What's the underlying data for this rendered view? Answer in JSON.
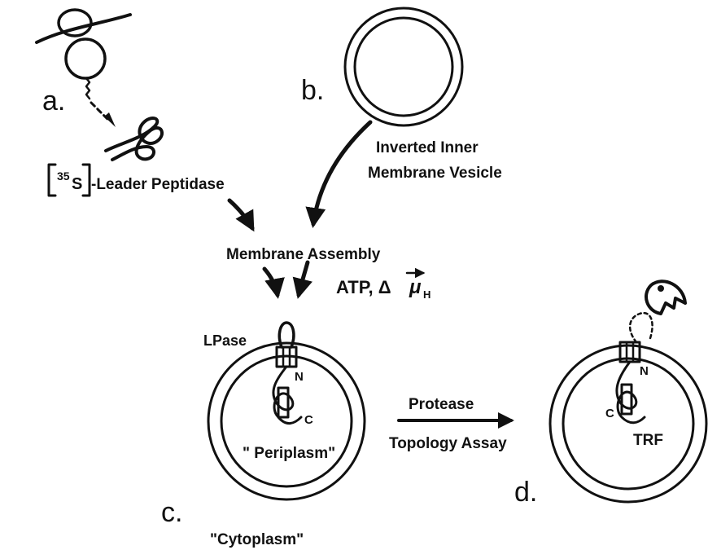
{
  "panels": {
    "a": "a.",
    "b": "b.",
    "c": "c.",
    "d": "d."
  },
  "labels": {
    "isotope_mass": "35",
    "isotope_symbol": "S",
    "protein": "-Leader Peptidase",
    "vesicle_line1": "Inverted Inner",
    "vesicle_line2": "Membrane Vesicle",
    "assembly": "Membrane Assembly",
    "energy_atp": "ATP, Δ",
    "energy_mu": "μ",
    "energy_sub": "H",
    "lpase": "LPase",
    "n_terminus": "N",
    "c_terminus": "C",
    "periplasm": "\" Periplasm\"",
    "cytoplasm": "\"Cytoplasm\"",
    "protease": "Protease",
    "topology_assay": "Topology Assay",
    "trf": "TRF"
  }
}
